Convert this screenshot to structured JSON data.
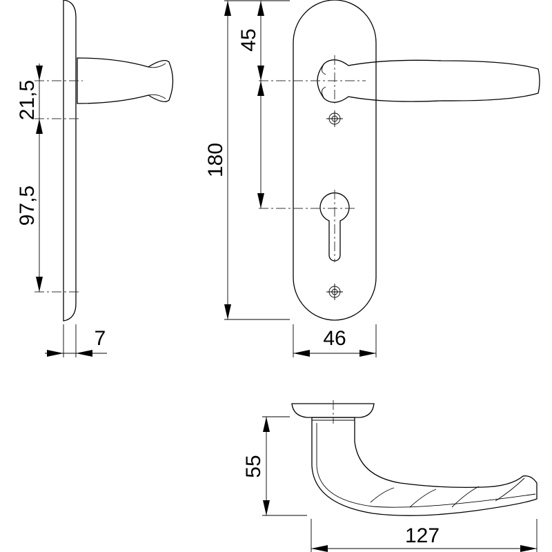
{
  "title": "Door handle on long plate – dimension drawing",
  "dimensions": {
    "rose_offset": "21,5",
    "handle_to_lower_screw": "97,5",
    "plate_thickness": "7",
    "plate_height": "180",
    "top_to_handle": "45",
    "plate_width": "46",
    "handle_projection": "55",
    "handle_length": "127"
  }
}
